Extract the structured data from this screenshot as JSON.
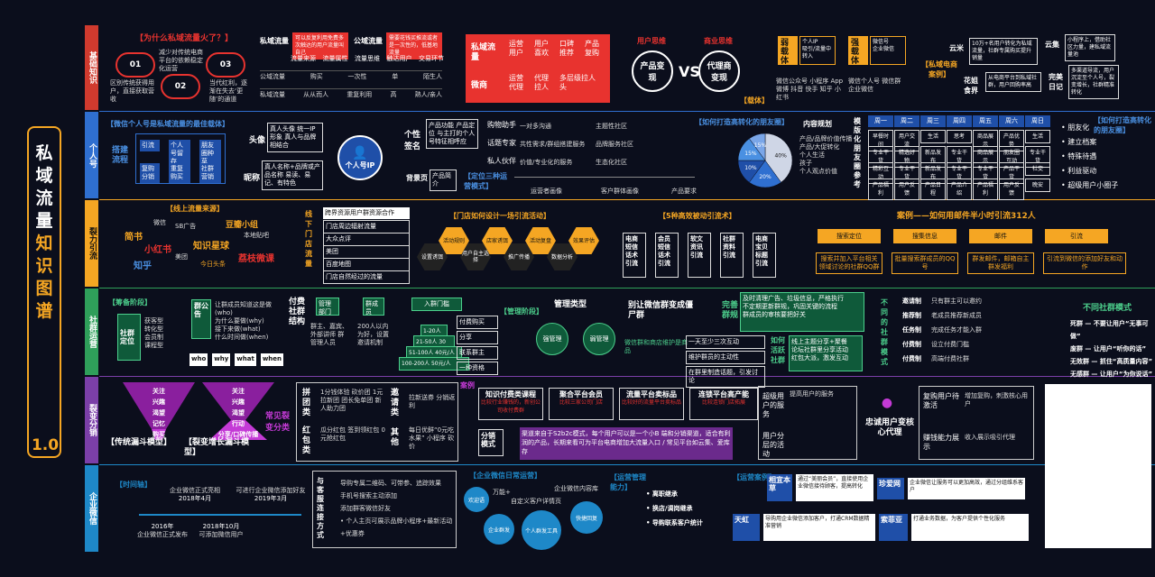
{
  "title": {
    "chars": [
      "私",
      "域",
      "流",
      "量",
      "知",
      "识",
      "图",
      "谱"
    ],
    "version": "1.0"
  },
  "sections": [
    {
      "name": "基础知识"
    },
    {
      "name": "个人号"
    },
    {
      "name": "裂力引流"
    },
    {
      "name": "社群运营"
    },
    {
      "name": "裂变分销"
    },
    {
      "name": "企业微信"
    }
  ],
  "s1": {
    "why": "【为什么私域流量火了？】",
    "nums": [
      "01",
      "02",
      "03"
    ],
    "reasons": [
      "减少对传统电商平台的依赖稳定化运营",
      "区别传统获得用户，直接获取营收",
      "当代红利，逐渐在失去‘更随’的通道"
    ],
    "domain_label": "私域流量",
    "public_label": "公域流量",
    "domain_desc": "可以反复利用免费多次触达的用户流量叫自己",
    "public_desc": "需要花钱买推流或者是一次性的，低基地流量",
    "table_head": [
      "流量来源",
      "流量属性",
      "流量思维",
      "触达用户",
      "交易环节"
    ],
    "table_r1": [
      "公域流量",
      "购买",
      "一次性",
      "单",
      "陌生人"
    ],
    "table_r2": [
      "私域流量",
      "从从而人",
      "重复利用",
      "高",
      "熟人/亲人"
    ],
    "flow": {
      "left": "私域流量",
      "mid": [
        "运营用户",
        "用户喜欢",
        "口碑推荐",
        "产品复购"
      ],
      "left2": "微商",
      "mid2": [
        "运营代理",
        "代理拉人",
        "多层级拉人头"
      ]
    },
    "thinking": [
      "用户思维",
      "商业思维"
    ],
    "circles": [
      "产品变现",
      "代理商变现"
    ],
    "vs": "VS",
    "weak_label": "弱载体",
    "strong_label": "强载体",
    "weak_items": [
      "个人IP",
      "吸引/流量中转入"
    ],
    "strong_items": [
      "微信号",
      "企业微信"
    ],
    "weak_list": "微信公众号 小程序 App 微博 抖音 快手 知乎 小红书",
    "strong_list": "微信个人号 微信群 企业微信",
    "carrier": "【载体】",
    "cases_title": "【私域电商案例】",
    "case1_name": "云米",
    "case1_desc": "10万+名用户转化为私域流量，社群专属购买提升销量",
    "case2_name": "云集",
    "case2_desc": "小程序上，借助社区力量，建私域流量池",
    "case3_name": "花姐食界",
    "case3_desc": "从电商平台到私域社群，用户回购率高",
    "case4_name": "完美日记",
    "case4_desc": "多渠道导流，用户沉淀至个人号，裂变增长，社群精准转化"
  },
  "s2": {
    "title": "【微信个人号是私域流量的最佳载体】",
    "flow_label": "搭建流程",
    "flow_items": [
      "引流",
      "个人号留存",
      "朋友圈种草",
      "复购分销",
      "重复购买",
      "社群营销"
    ],
    "avatar_label": "头像",
    "avatar_items": "真人头像 统一IP形象 真人与品牌相结合",
    "nick_label": "昵称",
    "nick_items": "真人名称+品牌或产品名称 易读、易记、有特色",
    "ip": "个人号IP",
    "sign_label": "个性签名",
    "sign_items": "产品功能 产品定位 与主打的个人号特征相呼应",
    "bg_label": "背景页",
    "bg_items": "产品简介",
    "roles": [
      "购物助手",
      "话题专家",
      "私人伙伴"
    ],
    "role_descs": [
      "一对多沟通",
      "共性需求/群组搭建服务",
      "价值/专业化的服务"
    ],
    "role_notes": [
      "主题性社区",
      "品牌服务社区",
      "生态化社区"
    ],
    "mode_title": "【定位三种运营模式】",
    "mode_roles": [
      "运营者画像",
      "客户群体画像",
      "产品要求"
    ],
    "circle_title": "【如何打造高转化的朋友圈】",
    "content_plan": "内容规划",
    "pie_legend": [
      "产品/品牌价值传播",
      "产品/大促转化",
      "个人生活",
      "孩子",
      "个人观点价值"
    ],
    "pie_values": [
      40,
      20,
      15,
      15,
      10
    ],
    "pie_labels": [
      "40%",
      "20%",
      "10%",
      "15%",
      "15%"
    ],
    "template_label": "模版化朋友圈参考",
    "week": [
      "周一",
      "周二",
      "周三",
      "周四",
      "周五",
      "周六",
      "周日"
    ],
    "rows": [
      [
        "早餐时间",
        "用户交流",
        "生活",
        "思考",
        "商品展示",
        "产品优势",
        "生活"
      ],
      [
        "专业干货",
        "精选好物",
        "新品发布",
        "专业干货",
        "商品展示",
        "朋友圈互动",
        "专业干货"
      ],
      [
        "精彩互动",
        "专业干货",
        "新品发布",
        "专业干货",
        "专业干货",
        "产品干货",
        "社交"
      ],
      [
        "产品福利",
        "用户反馈",
        "产品日程",
        "产品介绍",
        "产品福利",
        "用户反馈",
        "晚安"
      ]
    ],
    "right_title": "【如何打造高转化的朋友圈】",
    "right_items": [
      "朋友化",
      "建立档案",
      "特殊待遇",
      "利益驱动",
      "超级用户小圈子"
    ]
  },
  "s3": {
    "online_title": "【线上流量来源】",
    "platforms": [
      "微信",
      "SB广告",
      "豆瓣小组",
      "简书",
      "本地贴吧",
      "小红书",
      "知识星球",
      "美团",
      "荔枝微课",
      "知乎",
      "今日头条"
    ],
    "offline_label": "线下门店流量",
    "offline_items": [
      "跨界资源用户群资源合作",
      "门店周边辐射流量",
      "大众点评",
      "美团",
      "百度地图",
      "门店自然经过的流量"
    ],
    "store_title": "【门店如何设计一场引流活动】",
    "store_hex": [
      "设置诱饵",
      "活动规则",
      "用户自主选择",
      "店家诱饵",
      "推广传播",
      "活动复盘",
      "数据分析",
      "效果评估"
    ],
    "ways_title": "【5种高效被动引流术】",
    "ways": [
      "电商短信话术引流",
      "会员短信话术引流",
      "软文资讯引流",
      "社群资料引流",
      "电商宝贝标题引流"
    ],
    "case_title": "案例——如何用邮件半小时引流312人",
    "case_steps": [
      "搜索定位",
      "搜集信息",
      "邮件",
      "引流"
    ],
    "case_descs": [
      "搜索并加入平台相关领域讨论的社群QQ群",
      "批量搜索群成员的QQ号",
      "群发邮件，邮箱自主群发福利",
      "引流到微信的添加好友和动作"
    ]
  },
  "s4": {
    "prep_title": "【筹备阶段】",
    "prep_left": "社群定位",
    "prep_items": "获客型 转化型 会员制 课程型",
    "pub_label": "群公告",
    "pub_items": [
      "让群成员知道这是做(who)",
      "为什么要做(why)",
      "接下来做(what)",
      "什么时间做(when)"
    ],
    "whs": [
      "who",
      "why",
      "what",
      "when"
    ],
    "pay_label": "付费社群结构",
    "mgr": "管理部门",
    "mgr_items": "群主、嘉宾、外部讲师 群管理人员",
    "group_mem": "群成员",
    "mem_items": "200人以内为好，设置邀请机制",
    "entry": "入群门槛",
    "entry_items": [
      "付费购买",
      "分享",
      "联系群主",
      "一种资格"
    ],
    "level": [
      "1-20人 10元/人",
      "21-50人 30元/人",
      "51-100人 40元/人",
      "100-200人 50元/人"
    ],
    "mgmt_title": "【管理阶段】",
    "mgmt_type": "管理类型",
    "mgmt_circles": [
      "强管理",
      "弱管理"
    ],
    "stage_label": "别让微信群变成僵尸群",
    "stage_desc": "微信群和商店维护是商品",
    "steps": [
      "一天至少三次互动",
      "维护群员的主动性",
      "在群里制造话题，引发讨论"
    ],
    "perfect_label": "完善群规",
    "perfect_items": [
      "及时清理广告、垃圾信息，严格执行",
      "不定期更新群规，巩固关键的流程",
      "群成员的审核要把好关"
    ],
    "activate": "如何活跃社群",
    "activate_items": [
      "线上主题分享+聚餐",
      "论坛社群里分享活动",
      "红包大派，激发互动"
    ],
    "types_label": "不同的社群模式",
    "types": [
      "邀请制",
      "推荐制",
      "任务制",
      "付费制",
      "付费制"
    ],
    "types_desc": [
      "只有群主可以邀约",
      "老成员推荐新成员",
      "完成任务才能入群",
      "设立付费门槛",
      "高端付费社群"
    ],
    "right_title": "不同社群模式",
    "right_items": [
      "死群 — 不要让用户“无事可做”",
      "废群 — 让用户“听你的话”",
      "无效群 — 抓住“高质量内容”",
      "无感群 — 让用户“为你说话”"
    ]
  },
  "s5": {
    "funnel1": [
      "关注",
      "兴趣",
      "渴望",
      "记忆",
      "购买"
    ],
    "funnel2": [
      "关注",
      "兴趣",
      "渴望",
      "行动",
      "分享/口碑传播"
    ],
    "funnel1_label": "【传统漏斗模型】",
    "funnel2_label": "【裂变增长漏斗模型】",
    "common": "常见裂变分类",
    "pin": "拼团类",
    "pin_items": "1分钱体验 砍价团 1元拉新团 团长免单团 新人助力团",
    "hong": "红包类",
    "hong_items": "瓜分红包 签到领红包 0元抢红包",
    "invite": "邀请类",
    "invite_items": "拉新送券 分销返利",
    "other": "其他",
    "other_items": "每日优鲜“0元吃水果” 小程序 砍价",
    "case_label": "案例",
    "cases": [
      "知识付费类课程",
      "聚合平台会员",
      "流量平台卖标品",
      "连锁平台高产能"
    ],
    "case_descs": [
      "比较行业赚钱的，新创公司收付费群",
      "比较三家公司门店",
      "比较好的流量平台卖标品",
      "比较连锁门店拓展"
    ],
    "mode_label": "分销模式",
    "mode_text": "渠道来自于S2b2c模式，每个用户可以是一个小B 端和分销渠道，适合有利润的产品，长期来看可为平台电商增加大流量入口 / 常见平台如云集、爱库存",
    "loyal": "忠诚用户变核心代理",
    "loyal_items": [
      "超级用户的服务",
      "提高用户的服务",
      "用户分层的活动"
    ],
    "loyal_right": [
      "复购用户待激活",
      "赚钱能力展示"
    ],
    "loyal_right_desc": [
      "增加复购，刺激核心用户",
      "收入展示吸引代理"
    ]
  },
  "s6": {
    "time_title": "【时间轴】",
    "timeline": [
      {
        "label": "2016年",
        "desc": "企业微信正式发布"
      },
      {
        "label": "2018年4月",
        "desc": "企业微信正式亮相"
      },
      {
        "label": "2018年10月",
        "desc": "可添加微信用户"
      },
      {
        "label": "2019年3月",
        "desc": "可进行企业微信添加好友"
      }
    ],
    "connect_label": "与客服连接方式",
    "connect_items": [
      "导购专属二维码、可带参、追踪效果",
      "手机号搜索主动添加",
      "添加群客微信好友",
      "个人主页可展示品牌小程序+最新活动+优惠券"
    ],
    "daily_title": "【企业微信日常运营】",
    "daily_items": [
      "欢迎语",
      "万能+",
      "自定义客户详情页",
      "企业微信内容库",
      "企业群发",
      "个人群发工具",
      "快捷回复"
    ],
    "manage_title": "【运营管理能力】",
    "manage_items": [
      "离职继承",
      "换店/调岗继承",
      "导购联系客户统计"
    ],
    "case_title": "【运营案例】",
    "cases": [
      {
        "name": "相宜本草",
        "desc": "通过“美丽会员”，直接使用企业微信接待顾客，提高转化"
      },
      {
        "name": "珍爱网",
        "desc": "企业微信让服务可以更加高效，通过分组维系客户"
      },
      {
        "name": "天虹",
        "desc": "导购用企业微信添加客户，打通CRM数据精准营销"
      },
      {
        "name": "索菲亚",
        "desc": "打通业务数据，为客户提供个性化服务"
      }
    ]
  }
}
